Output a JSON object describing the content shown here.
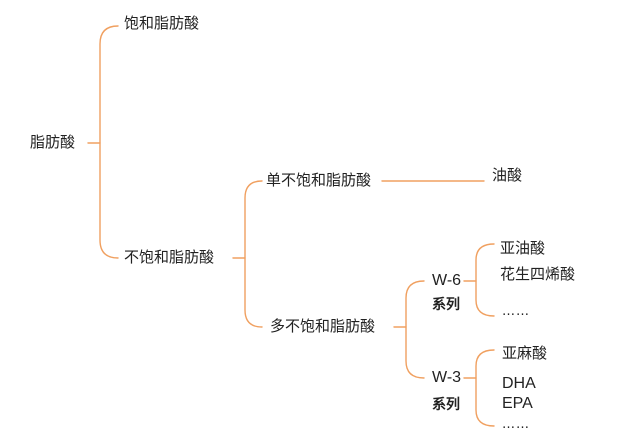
{
  "colors": {
    "connector": "#f0a060",
    "text": "#222222",
    "background": "#ffffff"
  },
  "tree": {
    "root": "脂肪酸",
    "saturated": "饱和脂肪酸",
    "unsaturated": "不饱和脂肪酸",
    "mono": "单不饱和脂肪酸",
    "mono_child": "油酸",
    "poly": "多不饱和脂肪酸",
    "w6": {
      "code": "W-6",
      "suffix": "系列",
      "items": [
        "亚油酸",
        "花生四烯酸",
        "……"
      ]
    },
    "w3": {
      "code": "W-3",
      "suffix": "系列",
      "items": [
        "亚麻酸",
        "DHA",
        "EPA",
        "……"
      ]
    }
  }
}
